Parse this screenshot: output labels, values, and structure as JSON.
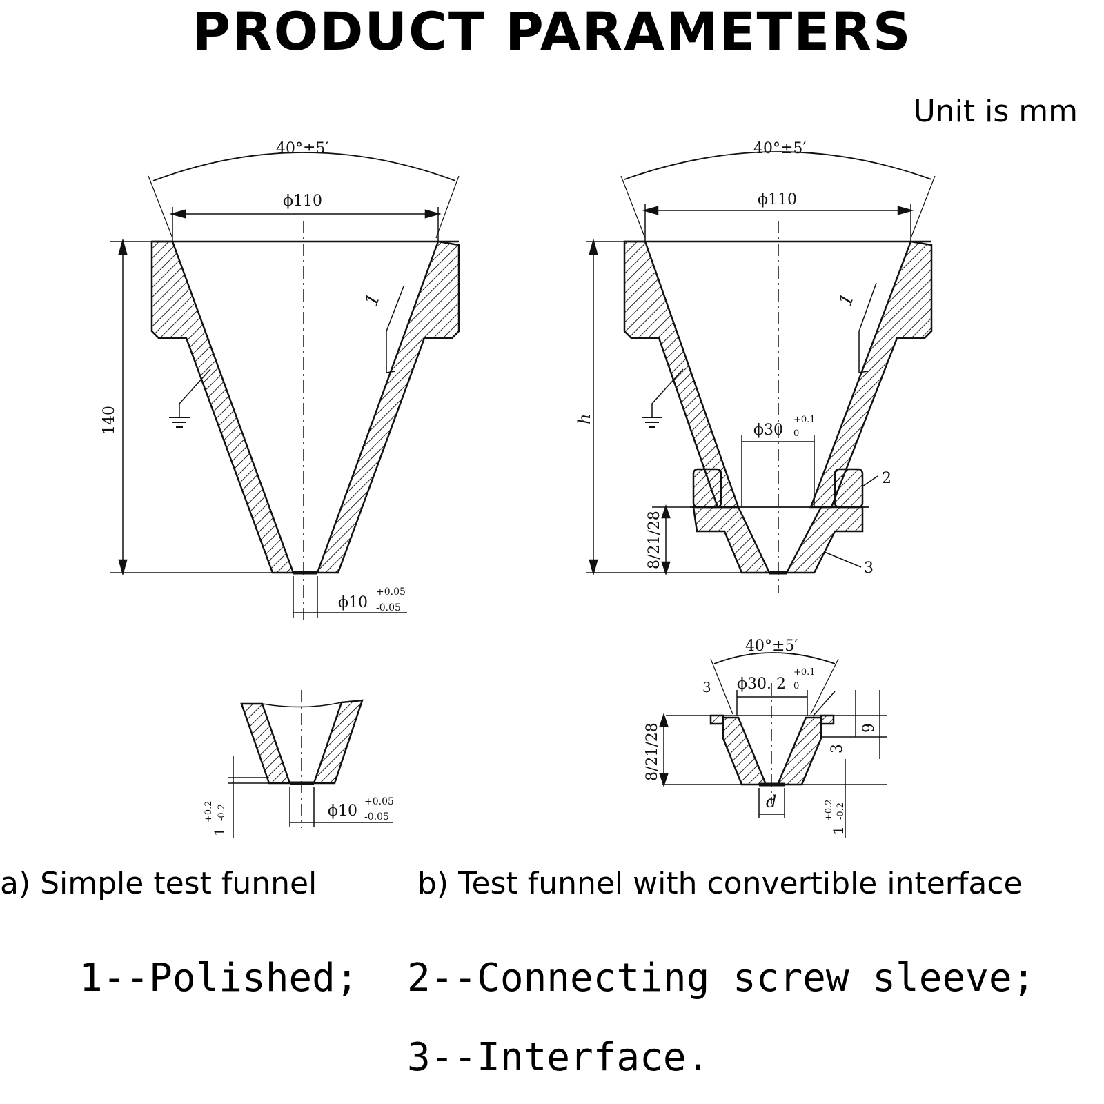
{
  "title": "PRODUCT PARAMETERS",
  "unit_note": "Unit is mm",
  "dims": {
    "angle": "40°±5′",
    "phi110": "ϕ110",
    "h140": "140",
    "h": "h",
    "phi10": "ϕ10",
    "tol_plus_005": "+0.05",
    "tol_minus_005": "-0.05",
    "phi30": "ϕ30",
    "tol_plus_01": "+0.1",
    "tol_zero": "0",
    "phi302": "ϕ30. 2",
    "lengths": "8/21/28",
    "one_tol": "1",
    "tol_plus_02": "+0.2",
    "tol_minus_02": "-0.2",
    "nine": "9",
    "three": "3",
    "d": "d",
    "label1": "1",
    "label2": "2",
    "label3": "3"
  },
  "captions": {
    "a": "a) Simple test funnel",
    "b": "b) Test funnel with convertible interface"
  },
  "legend": {
    "item1": "1--Polished;",
    "item2": "2--Connecting screw sleeve;",
    "item3": "3--Interface."
  }
}
